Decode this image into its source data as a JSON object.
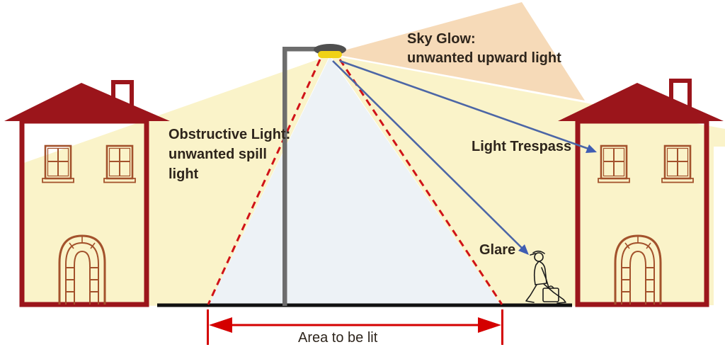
{
  "labels": {
    "sky_glow_line1": "Sky Glow:",
    "sky_glow_line2": "unwanted upward light",
    "obstructive_line1": "Obstructive Light:",
    "obstructive_line2": "unwanted spill",
    "obstructive_line3": "light",
    "light_trespass": "Light Trespass",
    "glare": "Glare",
    "area_to_be_lit": "Area to be lit"
  },
  "colors": {
    "spill_light_yellow": "#faf3c9",
    "sky_glow_peach": "#f6dab8",
    "beam_blue": "#edf2f6",
    "house_dark_red": "#9b151b",
    "window_frame_brown": "#a3522c",
    "cone_edge_dashed_red": "#d01218",
    "measure_arrow_red": "#d40000",
    "annotation_arrow_blue": "#4c66a6",
    "lamp_pole_gray": "#6d6d6d",
    "lamp_glow_yellow": "#f0d215",
    "ground_black": "#111111",
    "label_text": "#2e251c"
  }
}
